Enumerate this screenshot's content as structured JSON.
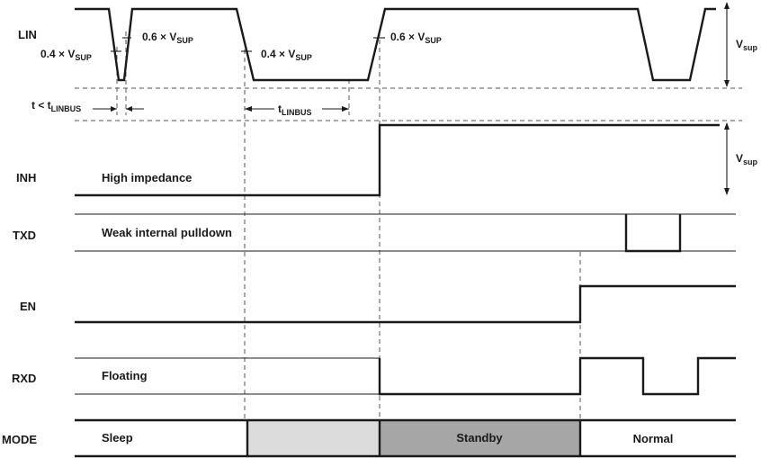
{
  "signals": {
    "lin": "LIN",
    "inh": "INH",
    "txd": "TXD",
    "en": "EN",
    "rxd": "RXD",
    "mode": "MODE"
  },
  "annotations": {
    "lin_low_threshold_1": {
      "prefix": "0.4 × V",
      "sub": "SUP"
    },
    "lin_high_threshold_1": {
      "prefix": "0.6 × V",
      "sub": "SUP"
    },
    "lin_low_threshold_2": {
      "prefix": "0.4 × V",
      "sub": "SUP"
    },
    "lin_high_threshold_2": {
      "prefix": "0.6 × V",
      "sub": "SUP"
    },
    "t_short": {
      "prefix": "t < t",
      "sub": "LINBUS"
    },
    "t_linbus": {
      "prefix": "t",
      "sub": "LINBUS"
    },
    "vsup_lin": {
      "prefix": "V",
      "sub": "sup"
    },
    "vsup_inh": {
      "prefix": "V",
      "sub": "sup"
    }
  },
  "states": {
    "inh": "High impedance",
    "txd": "Weak internal pulldown",
    "rxd": "Floating"
  },
  "modes": {
    "sleep": "Sleep",
    "standby": "Standby",
    "normal": "Normal"
  },
  "colors": {
    "line": "#1a1a1a",
    "dashed": "#555555",
    "mode_transition_fill": "#dcdcdc",
    "mode_standby_fill": "#a6a6a6"
  }
}
